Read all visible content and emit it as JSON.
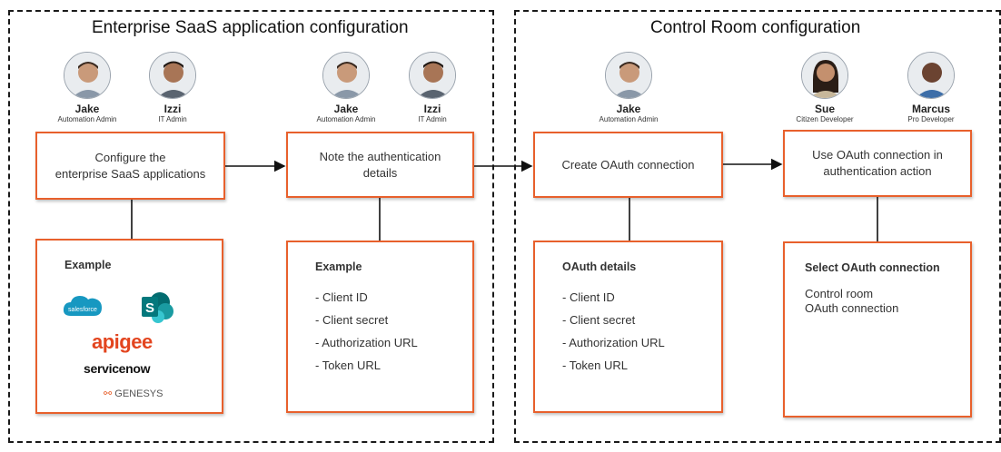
{
  "panels": {
    "left_title": "Enterprise SaaS application configuration",
    "right_title": "Control Room configuration"
  },
  "people": {
    "jake": {
      "name": "Jake",
      "role": "Automation Admin"
    },
    "izzi": {
      "name": "Izzi",
      "role": "IT Admin"
    },
    "sue": {
      "name": "Sue",
      "role": "Citizen Developer"
    },
    "marcus": {
      "name": "Marcus",
      "role": "Pro Developer"
    }
  },
  "steps": [
    {
      "line1": "Configure the",
      "line2": "enterprise SaaS applications"
    },
    {
      "line1": "Note the authentication",
      "line2": "details"
    },
    {
      "line1": "Create OAuth connection",
      "line2": ""
    },
    {
      "line1": "Use OAuth connection in",
      "line2": "authentication action"
    }
  ],
  "details": [
    {
      "title": "Example"
    },
    {
      "title": "Example",
      "items": [
        "- Client ID",
        "- Client secret",
        "- Authorization URL",
        "- Token URL"
      ]
    },
    {
      "title": "OAuth details",
      "items": [
        "- Client ID",
        "- Client secret",
        "- Authorization URL",
        "- Token URL"
      ]
    },
    {
      "title": "Select OAuth connection",
      "lines": [
        "Control room",
        "OAuth connection"
      ]
    }
  ],
  "logos": {
    "salesforce": "salesforce",
    "sharepoint": "S",
    "apigee": "apigee",
    "servicenow": "servicenow",
    "genesys": "GENESYS"
  },
  "colors": {
    "accent": "#e8602c",
    "border": "#1a1a1a",
    "text": "#333333"
  }
}
